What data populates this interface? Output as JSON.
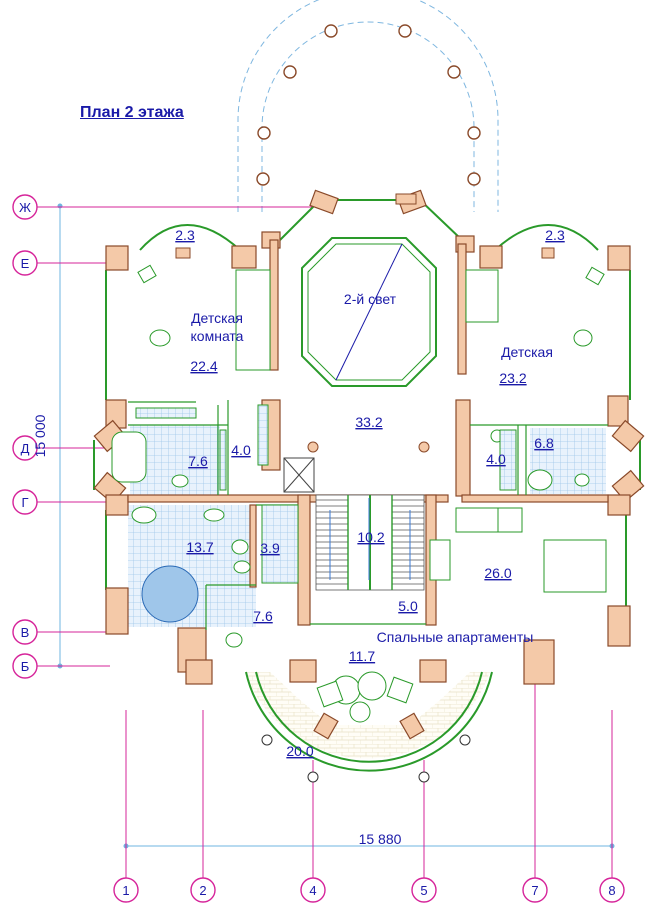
{
  "title": "План 2 этажа",
  "dimensions": {
    "width": "15 880",
    "height": "15 000"
  },
  "axes_letters": [
    "Ж",
    "Е",
    "Д",
    "Г",
    "В",
    "Б"
  ],
  "axes_numbers": [
    "1",
    "2",
    "4",
    "5",
    "7",
    "8"
  ],
  "rooms": [
    {
      "name": "",
      "area": "2.3"
    },
    {
      "name": "",
      "area": "2.3"
    },
    {
      "name": "Детская комната",
      "area": "22.4"
    },
    {
      "name": "2-й свет",
      "area": ""
    },
    {
      "name": "Детская",
      "area": "23.2"
    },
    {
      "name": "",
      "area": "33.2"
    },
    {
      "name": "",
      "area": "7.6"
    },
    {
      "name": "",
      "area": "4.0"
    },
    {
      "name": "",
      "area": "4.0"
    },
    {
      "name": "",
      "area": "6.8"
    },
    {
      "name": "",
      "area": "13.7"
    },
    {
      "name": "",
      "area": "3.9"
    },
    {
      "name": "",
      "area": "10.2"
    },
    {
      "name": "",
      "area": "26.0"
    },
    {
      "name": "",
      "area": "7.6"
    },
    {
      "name": "",
      "area": "5.0"
    },
    {
      "name": "Спальные апартаменты",
      "area": "11.7"
    },
    {
      "name": "",
      "area": "20.0"
    }
  ],
  "colors": {
    "wall": "#f4c9a8",
    "wall_stroke": "#8a4a2a",
    "glass": "#2a9a2a",
    "axis": "#d6249a",
    "text": "#1a1aa8",
    "tile": "#9fc6ea",
    "dim": "#6fb4e0"
  }
}
